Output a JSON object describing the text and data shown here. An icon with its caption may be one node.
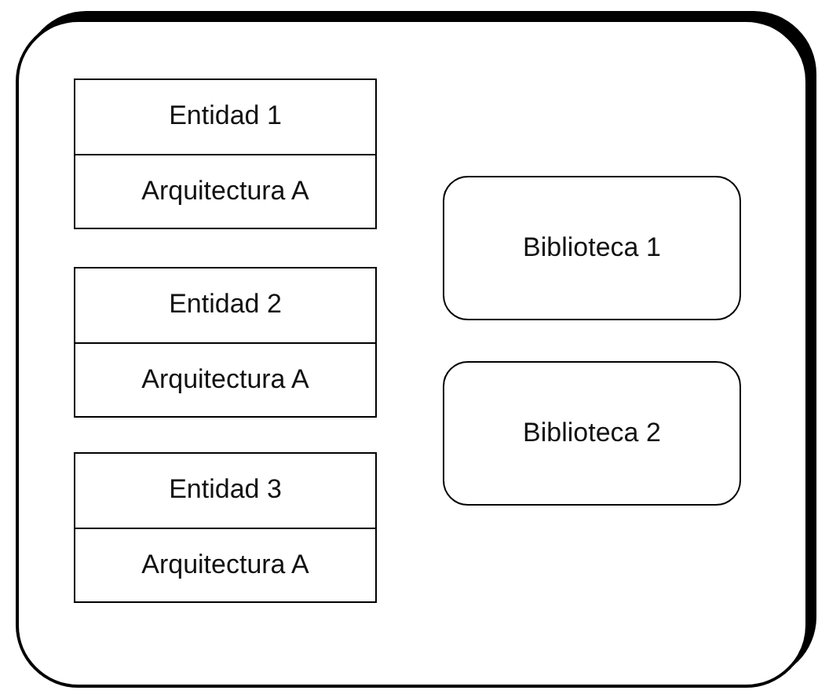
{
  "diagram": {
    "nodes": [
      {
        "text": [],
        "shape": "box"
      },
      {
        "text": [
          "Entidad 1",
          "Arquitectura A"
        ],
        "in": 0
      },
      {
        "text": [
          "Entidad 2",
          "Arquitectura A"
        ],
        "in": 0
      },
      {
        "text": [
          "Entidad 3",
          "Arquitectura A"
        ],
        "in": 0
      },
      {
        "text": [
          "Biblioteca 1"
        ],
        "in": 0
      },
      {
        "text": [
          "Biblioteca 2"
        ],
        "in": 0
      }
    ]
  }
}
